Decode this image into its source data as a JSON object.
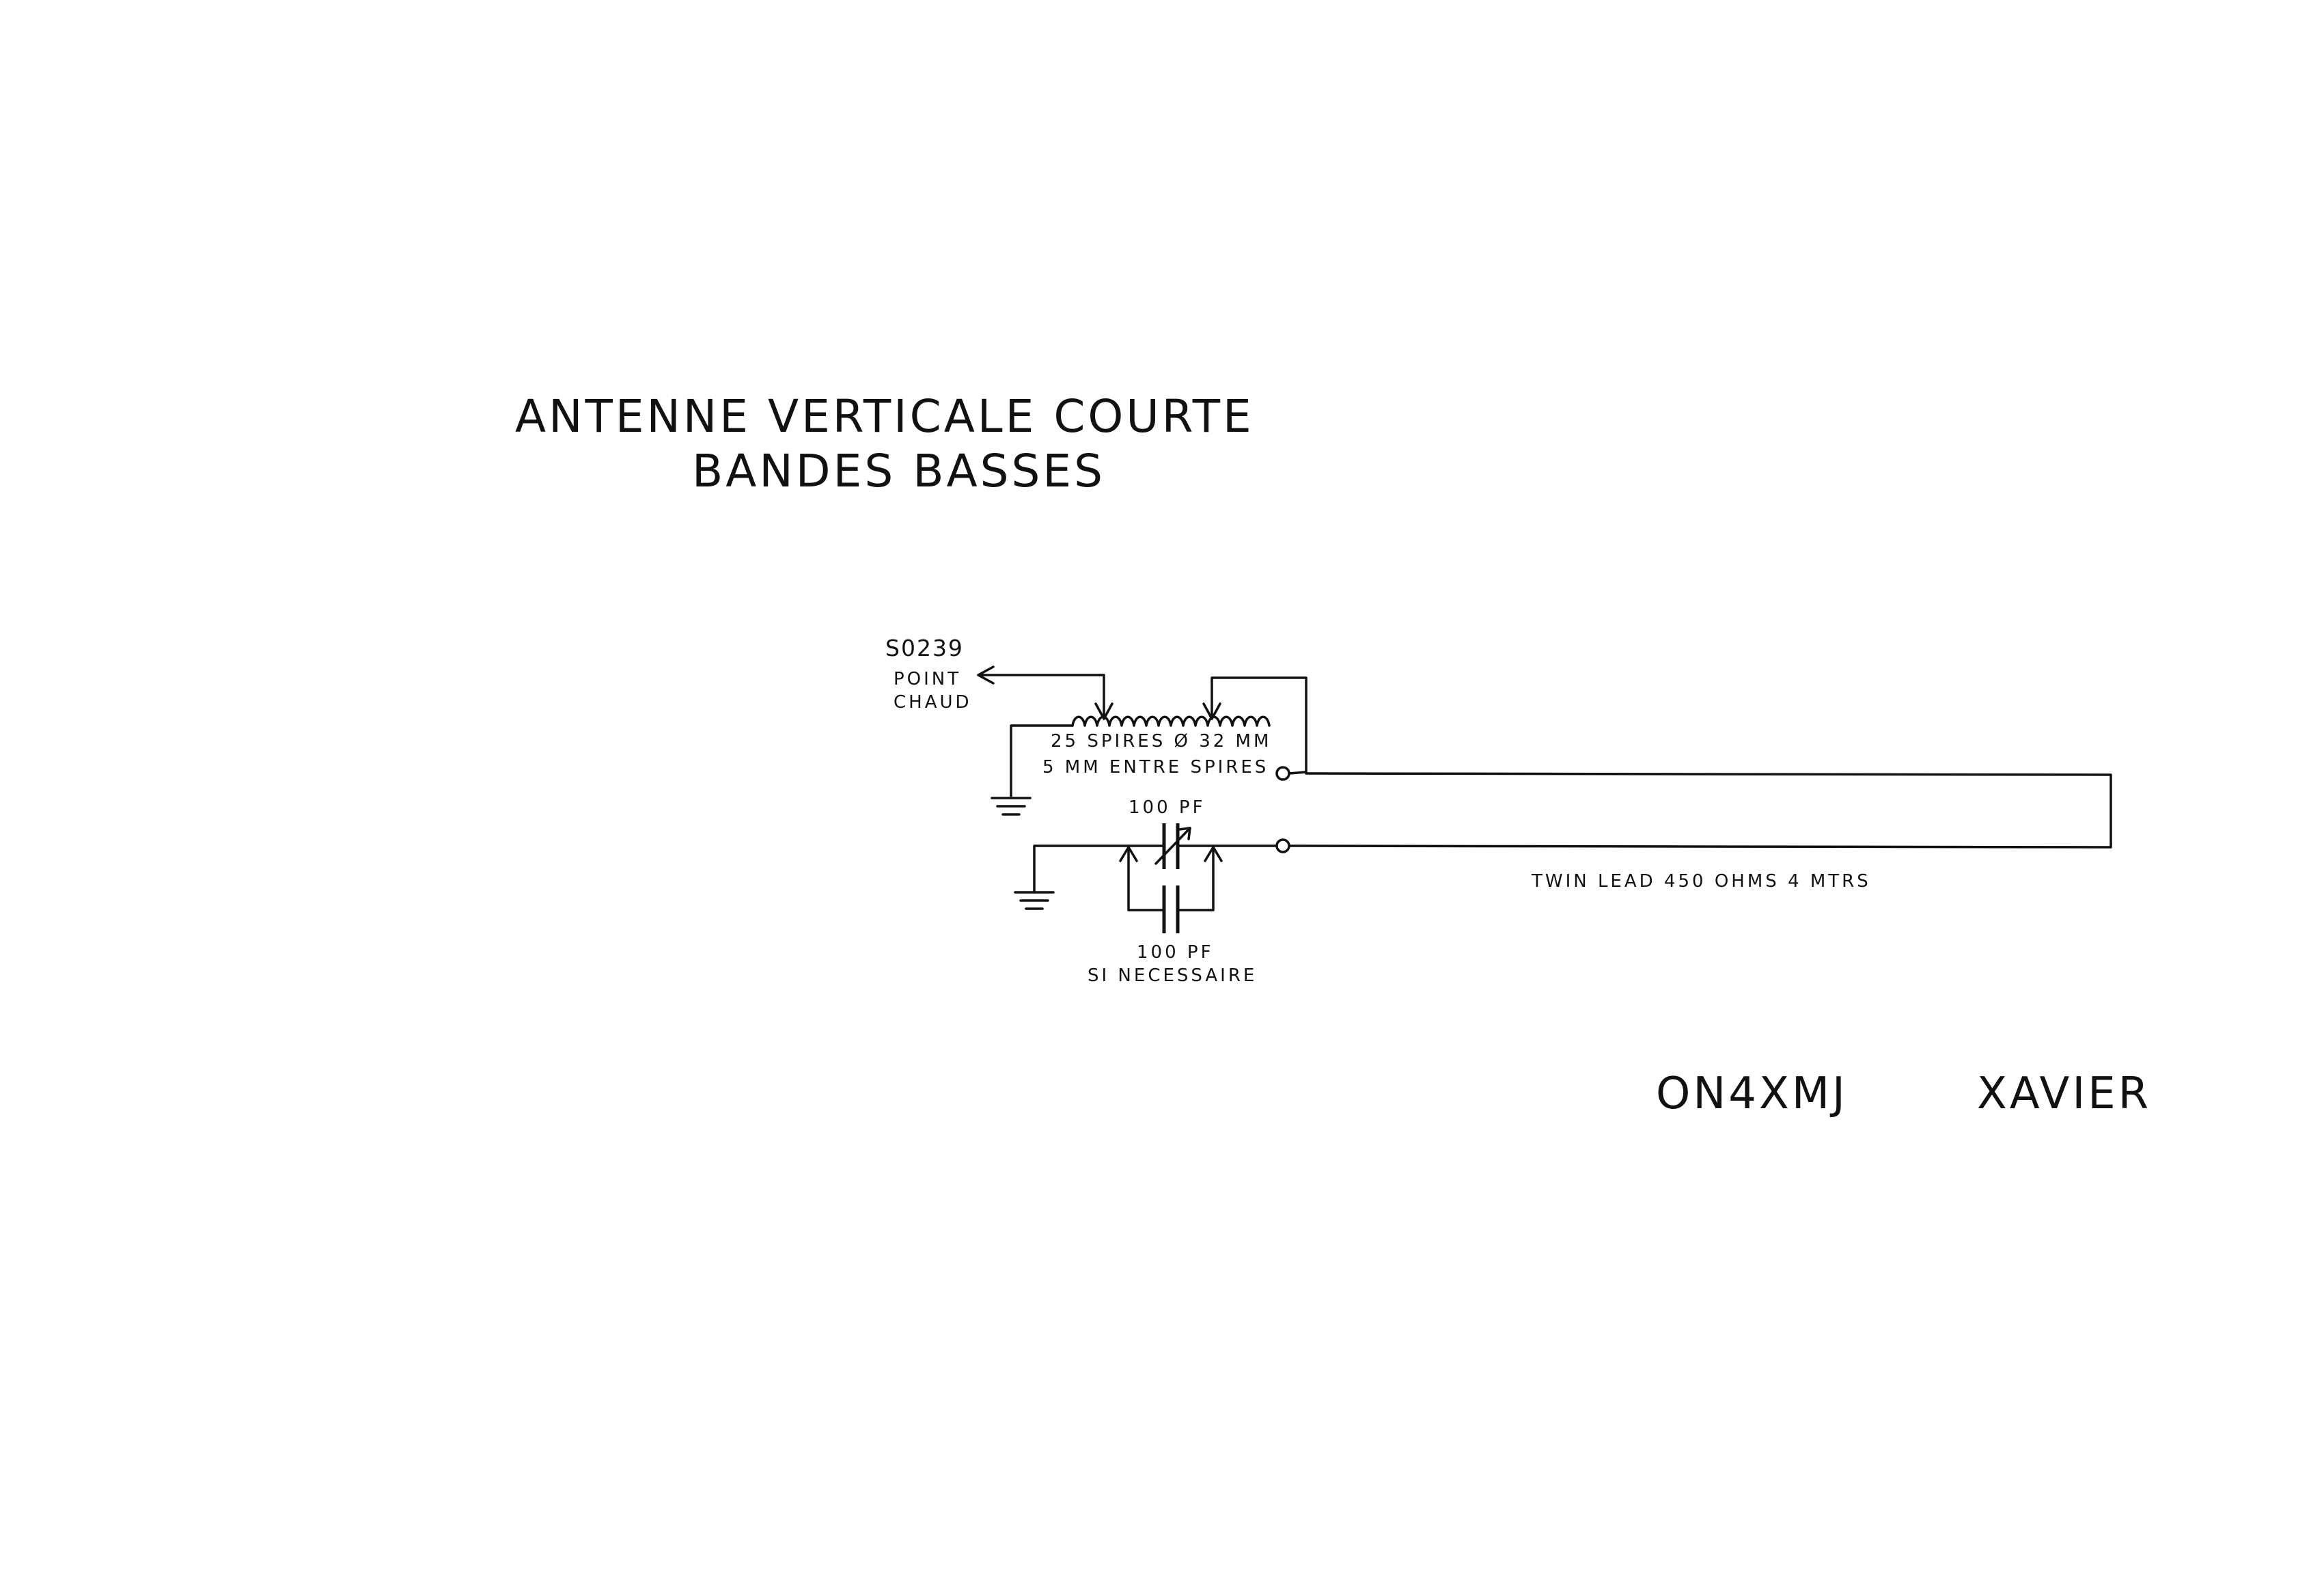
{
  "title": {
    "line1": "ANTENNE VERTICALE COURTE",
    "line2": "BANDES BASSES"
  },
  "connector": {
    "name": "S0239",
    "line1": "POINT",
    "line2": "CHAUD"
  },
  "coil": {
    "line1": "25 SPIRES Ø 32 MM",
    "line2": "5 MM ENTRE SPIRES"
  },
  "cap_variable": {
    "label": "100 PF"
  },
  "cap_fixed": {
    "line1": "100 PF",
    "line2": "SI NECESSAIRE"
  },
  "feedline": {
    "label": "TWIN LEAD 450 OHMS 4 MTRS"
  },
  "author": {
    "callsign": "ON4XMJ",
    "name": "XAVIER"
  }
}
